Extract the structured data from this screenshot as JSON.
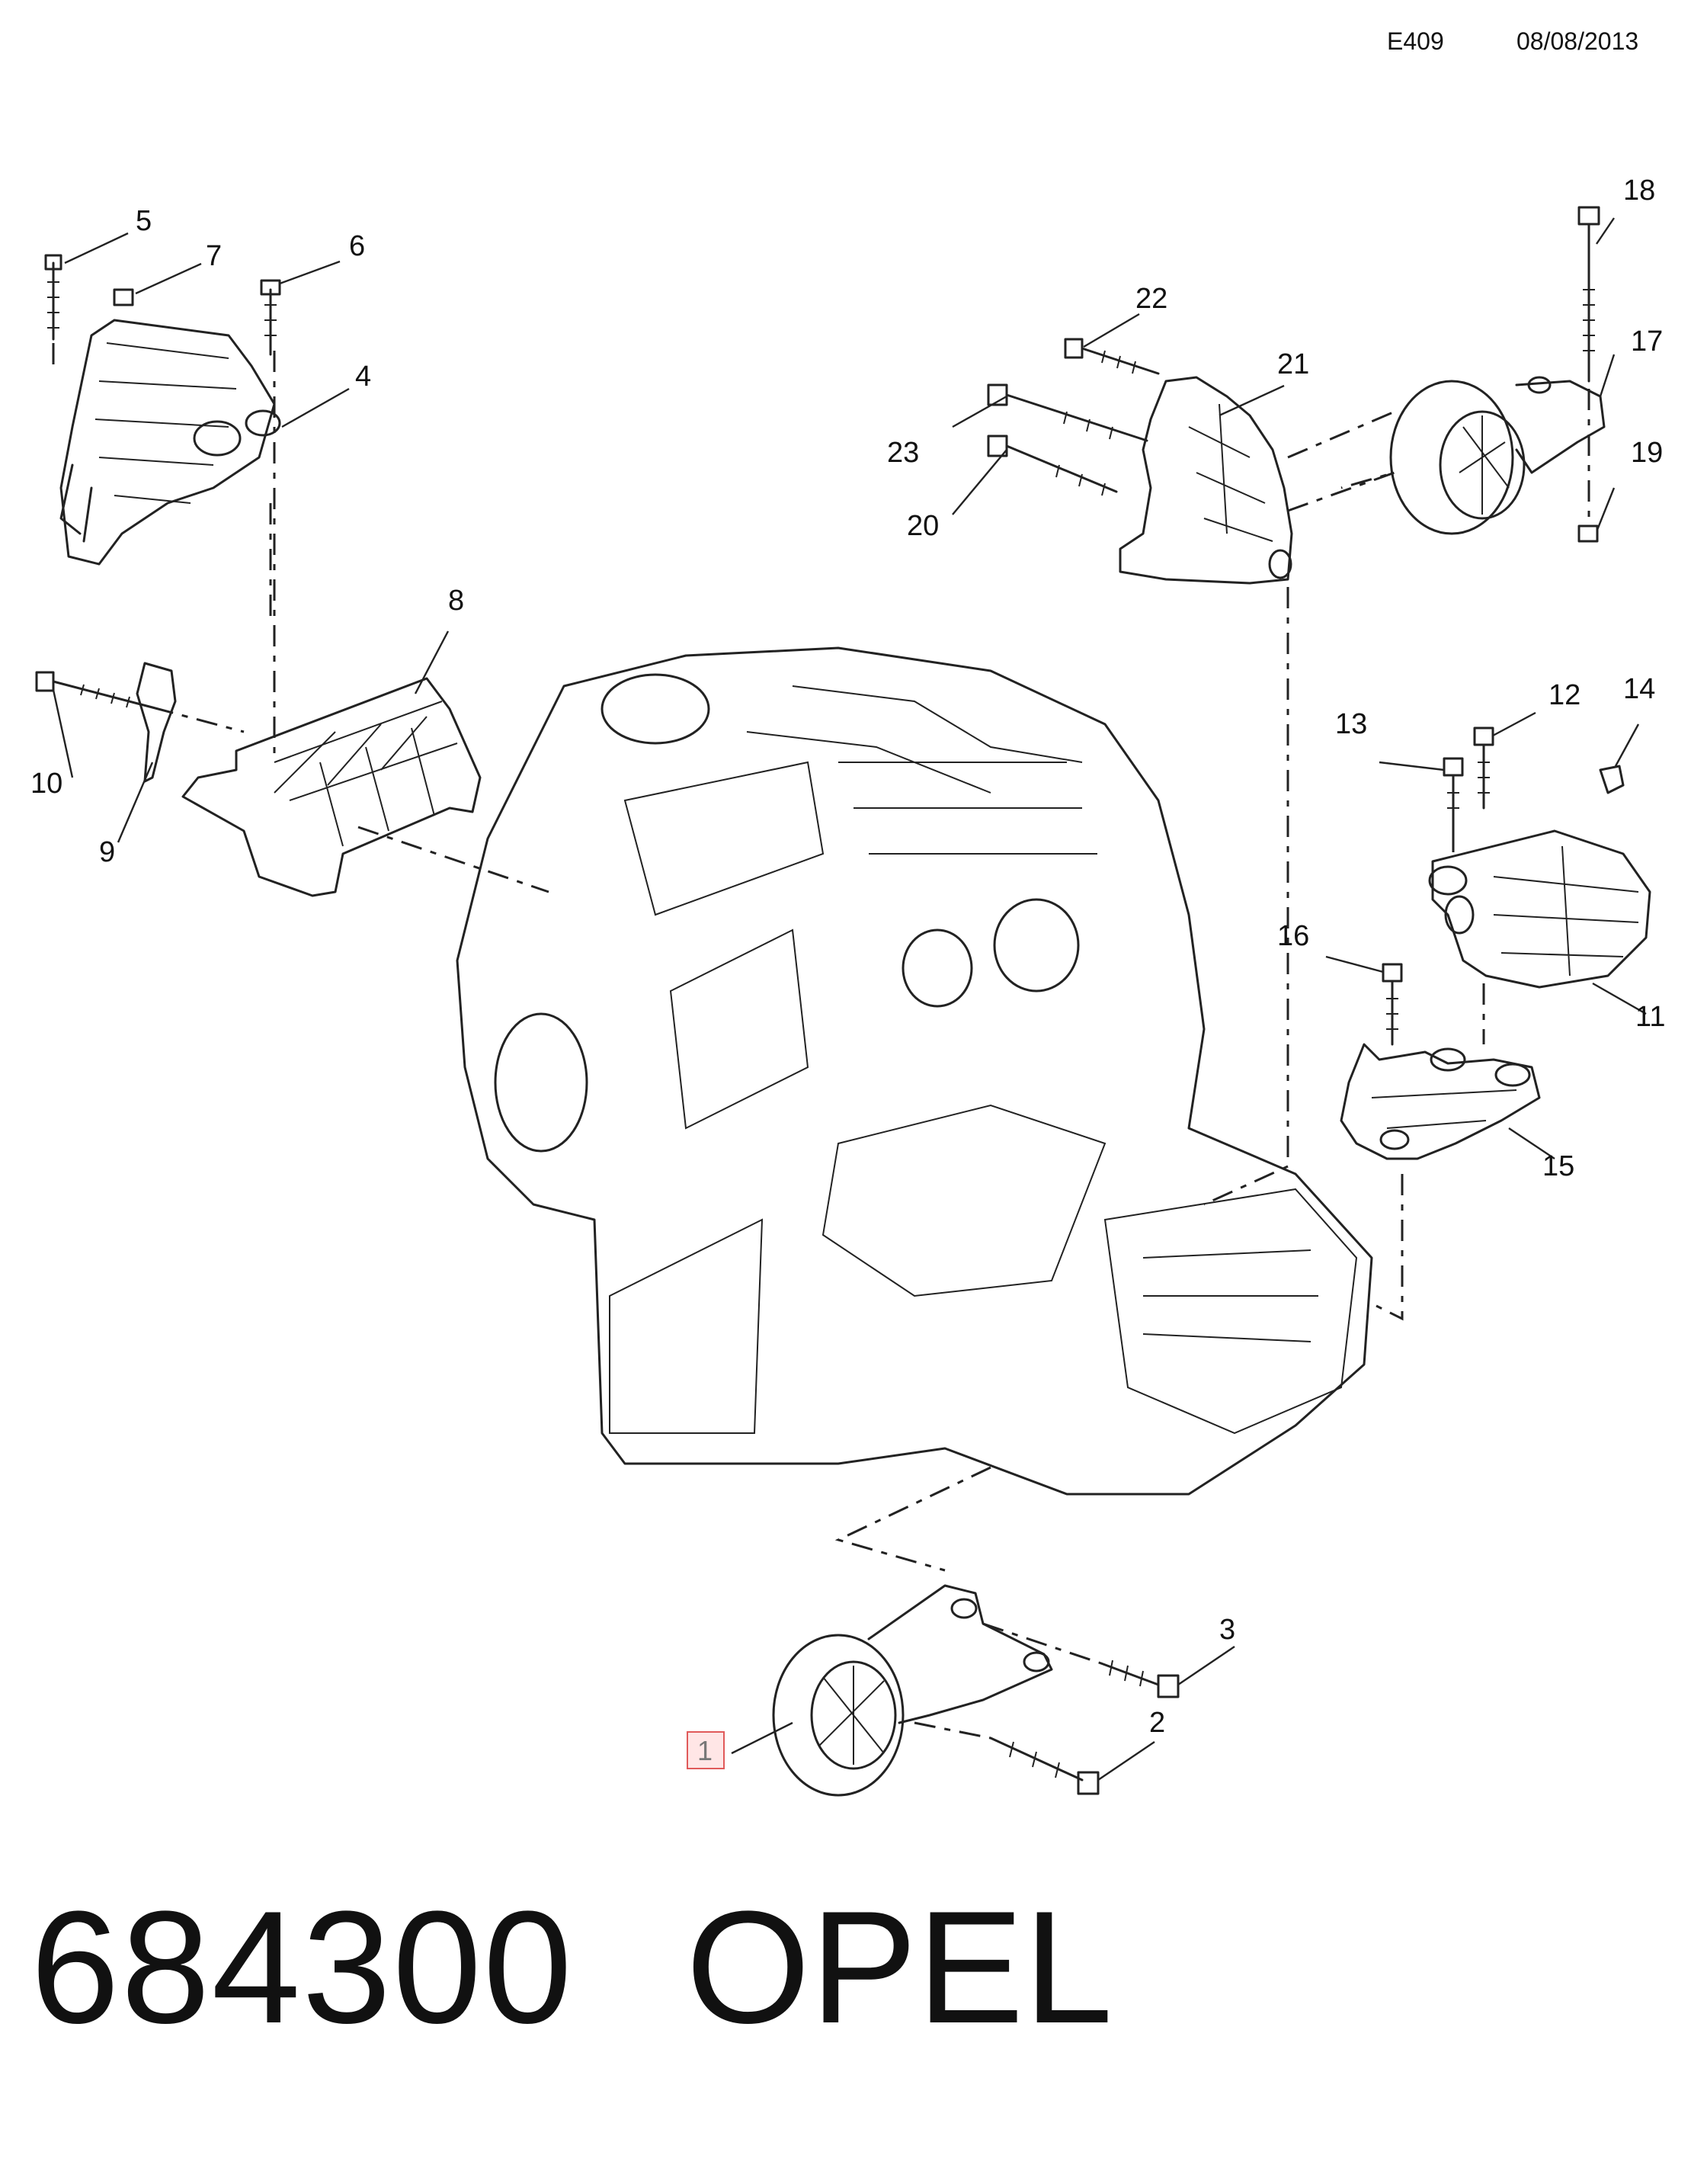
{
  "header": {
    "code": "E409",
    "date": "08/08/2013"
  },
  "callouts": [
    "5",
    "7",
    "6",
    "4",
    "8",
    "10",
    "9",
    "22",
    "21",
    "18",
    "17",
    "23",
    "20",
    "19",
    "13",
    "12",
    "14",
    "16",
    "11",
    "15",
    "3",
    "2"
  ],
  "highlighted_callout": "1",
  "footer": {
    "part_number": "684300",
    "brand": "OPEL"
  }
}
